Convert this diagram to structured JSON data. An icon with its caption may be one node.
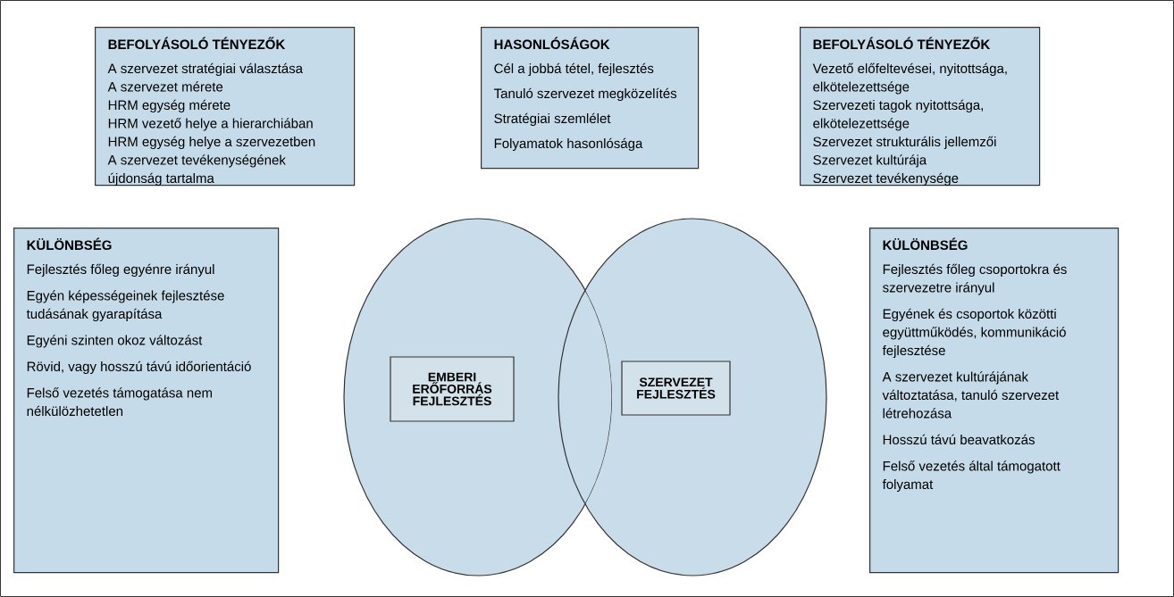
{
  "diagram": {
    "nodes": [
      {
        "text": [
          "BEFOLYÁSOLÓ TÉNYEZŐK",
          "A szervezet stratégiai választása",
          "A szervezet mérete",
          "HRM egység mérete",
          "HRM vezető helye a hierarchiában",
          "HRM egység helye a szervezetben",
          "A szervezet tevékenységének újdonság tartalma"
        ]
      },
      {
        "text": [
          "HASONLÓSÁGOK",
          "Cél a jobbá tétel, fejlesztés",
          "Tanuló szervezet megközelítés",
          "Stratégiai szemlélet",
          "Folyamatok hasonlósága"
        ]
      },
      {
        "text": [
          "BEFOLYÁSOLÓ TÉNYEZŐK",
          "Vezető előfeltevései, nyitottsága, elkötelezettsége",
          "Szervezeti tagok nyitottsága, elkötelezettsége",
          "Szervezet strukturális jellemzői",
          "Szervezet kultúrája",
          "Szervezet tevékenysége"
        ]
      },
      {
        "text": [
          "KÜLÖNBSÉG",
          "Fejlesztés főleg egyénre irányul",
          "Egyén képességeinek fejlesztése tudásának gyarapítása",
          "Egyéni szinten okoz változást",
          "Rövid, vagy hosszú távú időorientáció",
          "Felső vezetés támogatása nem nélkülözhetetlen"
        ]
      },
      {
        "text": [],
        "shape": "ellipse"
      },
      {
        "text": [],
        "shape": "ellipse"
      },
      {
        "text": [
          "EMBERI ERŐFORRÁS FEJLESZTÉS"
        ],
        "in": 4
      },
      {
        "text": [
          "SZERVEZET FEJLESZTÉS"
        ],
        "in": 5
      },
      {
        "text": [
          "KÜLÖNBSÉG",
          "Fejlesztés főleg csoportokra és szervezetre irányul",
          "Egyének és csoportok közötti együttműködés, kommunikáció fejlesztése",
          "A szervezet kultúrájának változtatása, tanuló szervezet létrehozása",
          "Hosszú távú beavatkozás",
          "Felső vezetés által támogatott folyamat"
        ]
      }
    ]
  }
}
